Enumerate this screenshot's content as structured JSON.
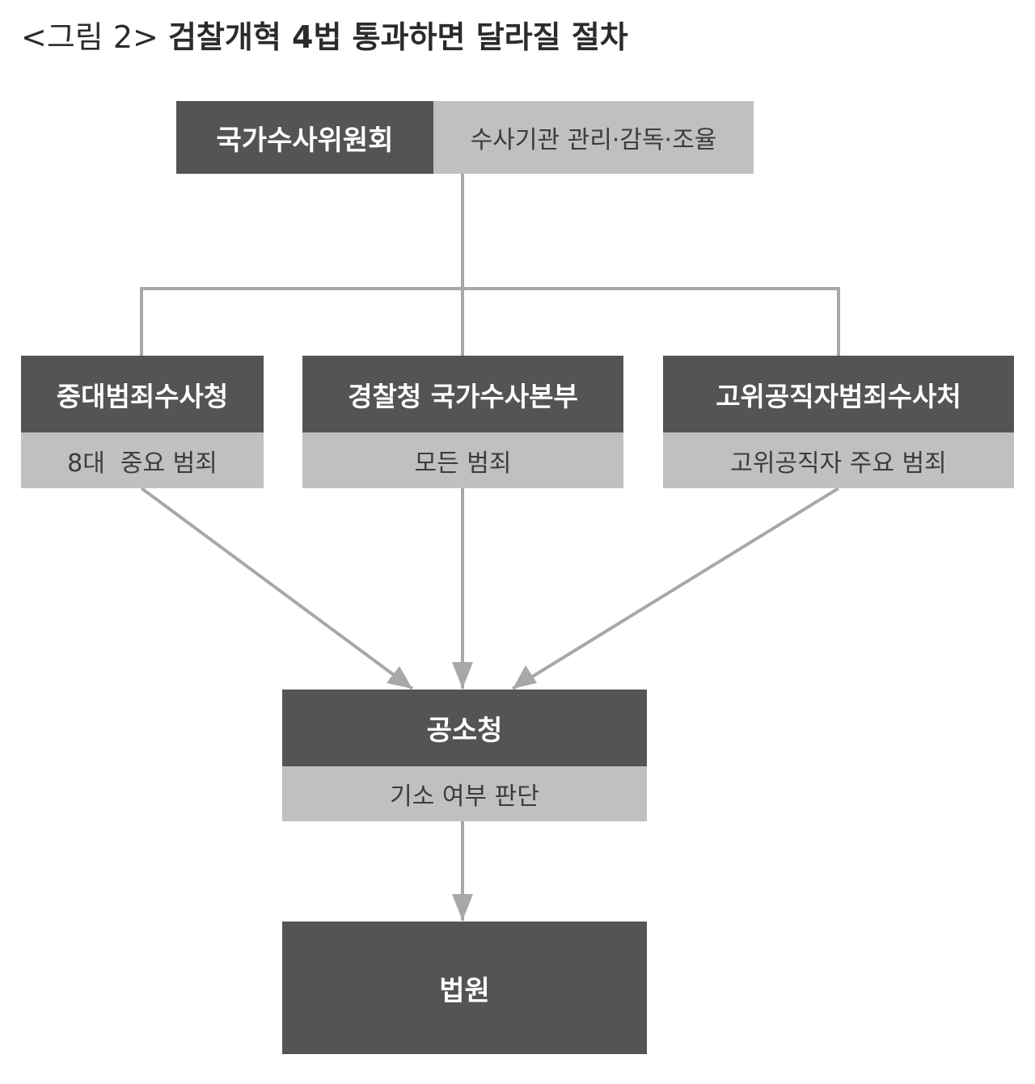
{
  "title": {
    "prefix": "<그림 2>",
    "main": "검찰개혁 4법 통과하면 달라질 절차"
  },
  "commission": {
    "name": "국가수사위원회",
    "role": "수사기관 관리·감독·조율"
  },
  "agencies": [
    {
      "name": "중대범죄수사청",
      "scope": "8대  중요 범죄"
    },
    {
      "name": "경찰청 국가수사본부",
      "scope": "모든 범죄"
    },
    {
      "name": "고위공직자범죄수사처",
      "scope": "고위공직자 주요 범죄"
    }
  ],
  "prosecution": {
    "name": "공소청",
    "role": "기소 여부 판단"
  },
  "court": {
    "name": "법원"
  },
  "colors": {
    "dark": "#555453",
    "light": "#c1bfbf",
    "line": "#a9a8a8"
  }
}
